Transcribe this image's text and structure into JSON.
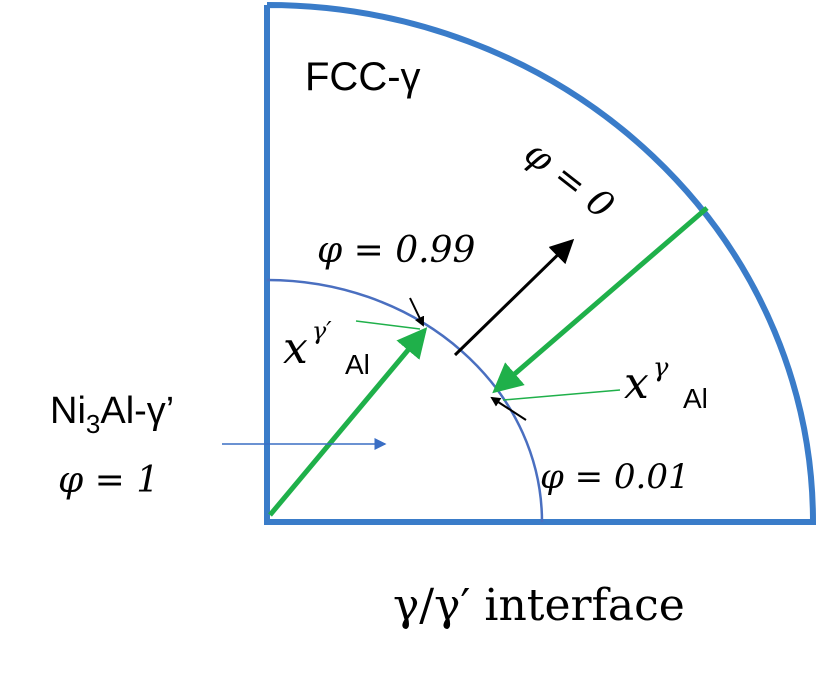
{
  "labels": {
    "region_outer": "FCC-γ",
    "phi_zero": "φ = 0",
    "phi_099": "φ = 0.99",
    "phi_001": "φ = 0.01",
    "region_inner_pre": "Ni",
    "region_inner_sub": "3",
    "region_inner_post": "Al-γ’",
    "phi_one": "φ = 1",
    "interface": "γ/γ′ interface",
    "x_gamma_prime_base": "x",
    "x_gamma_prime_sup": "γ′",
    "x_gamma_prime_sub": "Al",
    "x_gamma_base": "x",
    "x_gamma_sup": "γ",
    "x_gamma_sub": "Al"
  },
  "colors": {
    "boundary": "#3a7cc9",
    "interface_arc": "#4a6fc0",
    "gradient_arrow": "#1fb04a",
    "direction_arrow": "#000000",
    "pointer_blue": "#3a6ec4",
    "text": "#000000"
  }
}
